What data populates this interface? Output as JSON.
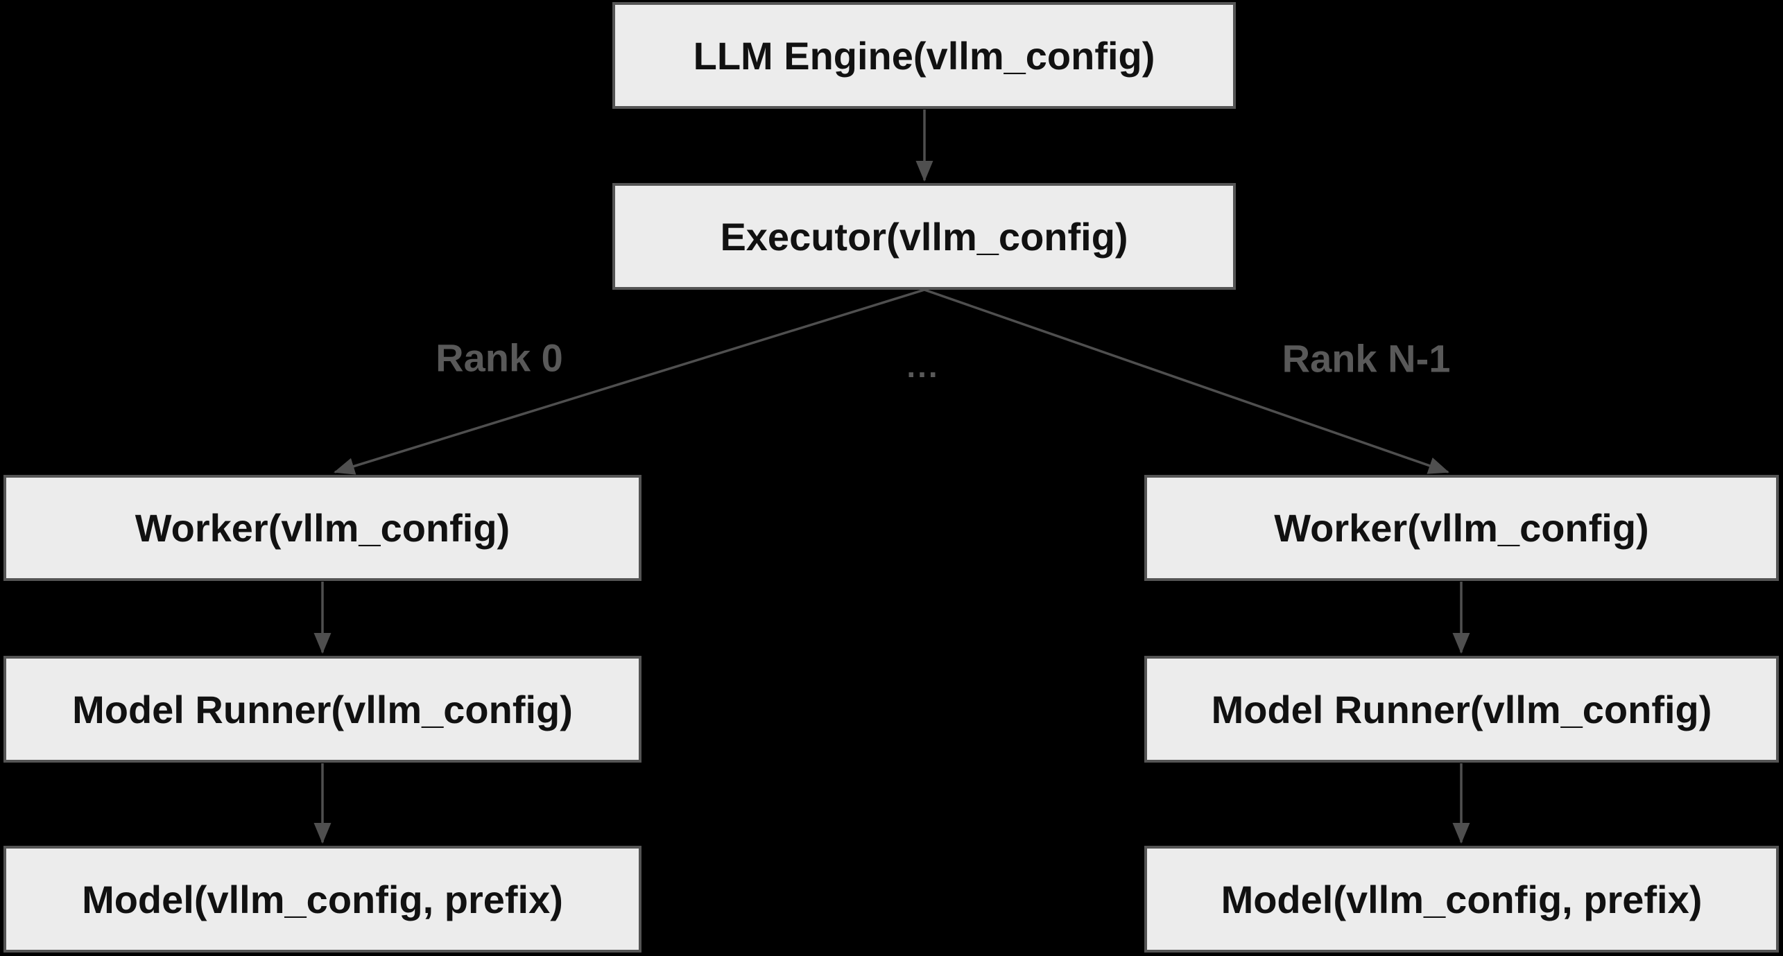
{
  "colors": {
    "background": "#000000",
    "box_fill": "#ececec",
    "box_border": "#555555",
    "box_text": "#111111",
    "arrow": "#4f4f4f",
    "edge_label": "#595959"
  },
  "nodes": {
    "llm_engine": {
      "label": "LLM Engine(vllm_config)"
    },
    "executor": {
      "label": "Executor(vllm_config)"
    },
    "worker_left": {
      "label": "Worker(vllm_config)"
    },
    "model_runner_left": {
      "label": "Model Runner(vllm_config)"
    },
    "model_left": {
      "label": "Model(vllm_config, prefix)"
    },
    "worker_right": {
      "label": "Worker(vllm_config)"
    },
    "model_runner_right": {
      "label": "Model Runner(vllm_config)"
    },
    "model_right": {
      "label": "Model(vllm_config, prefix)"
    }
  },
  "edge_labels": {
    "rank_0": "Rank 0",
    "ellipsis": "...",
    "rank_n_1": "Rank N-1"
  }
}
